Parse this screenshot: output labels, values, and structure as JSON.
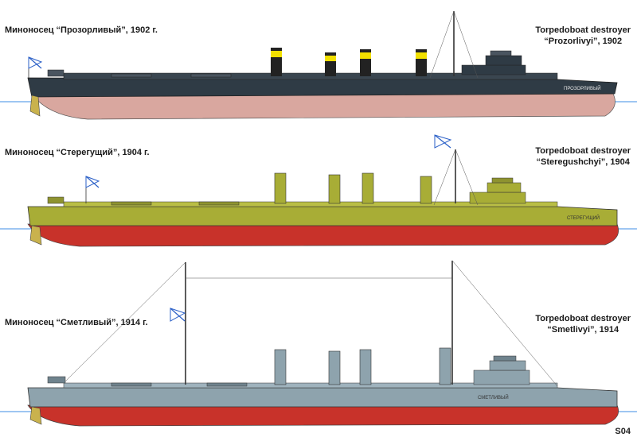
{
  "ships": [
    {
      "caption_ru": "Миноносец “Прозорливый”, 1902 г.",
      "caption_en_line1": "Torpedoboat destroyer",
      "caption_en_line2": "“Prozorlivyi”, 1902",
      "hull_name": "ПРОЗОРЛИВЫЙ",
      "colors": {
        "hull": "#2f3b45",
        "bottom": "#d9a79f",
        "funnel": "#222222",
        "funnel_band": "#f2e000",
        "deck": "#3a4650"
      }
    },
    {
      "caption_ru": "Миноносец “Стерегущий”, 1904 г.",
      "caption_en_line1": "Torpedoboat destroyer",
      "caption_en_line2": "“Steregushchyi”, 1904",
      "hull_name": "СТЕРЕГУЩИЙ",
      "colors": {
        "hull": "#a8ad36",
        "bottom": "#c8322a",
        "funnel": "#a8ad36",
        "deck": "#b9be45"
      }
    },
    {
      "caption_ru": "Миноносец “Сметливый”, 1914 г.",
      "caption_en_line1": "Torpedoboat destroyer",
      "caption_en_line2": "“Smetlivyi”, 1914",
      "hull_name": "СМЕТЛИВЫЙ",
      "colors": {
        "hull": "#8ea3ad",
        "bottom": "#c8322a",
        "funnel": "#8ea3ad",
        "deck": "#9fb3bd"
      }
    }
  ],
  "waterline_color": "#3d8ee6",
  "flag_color": "#2a5fc7",
  "signature": "S04"
}
